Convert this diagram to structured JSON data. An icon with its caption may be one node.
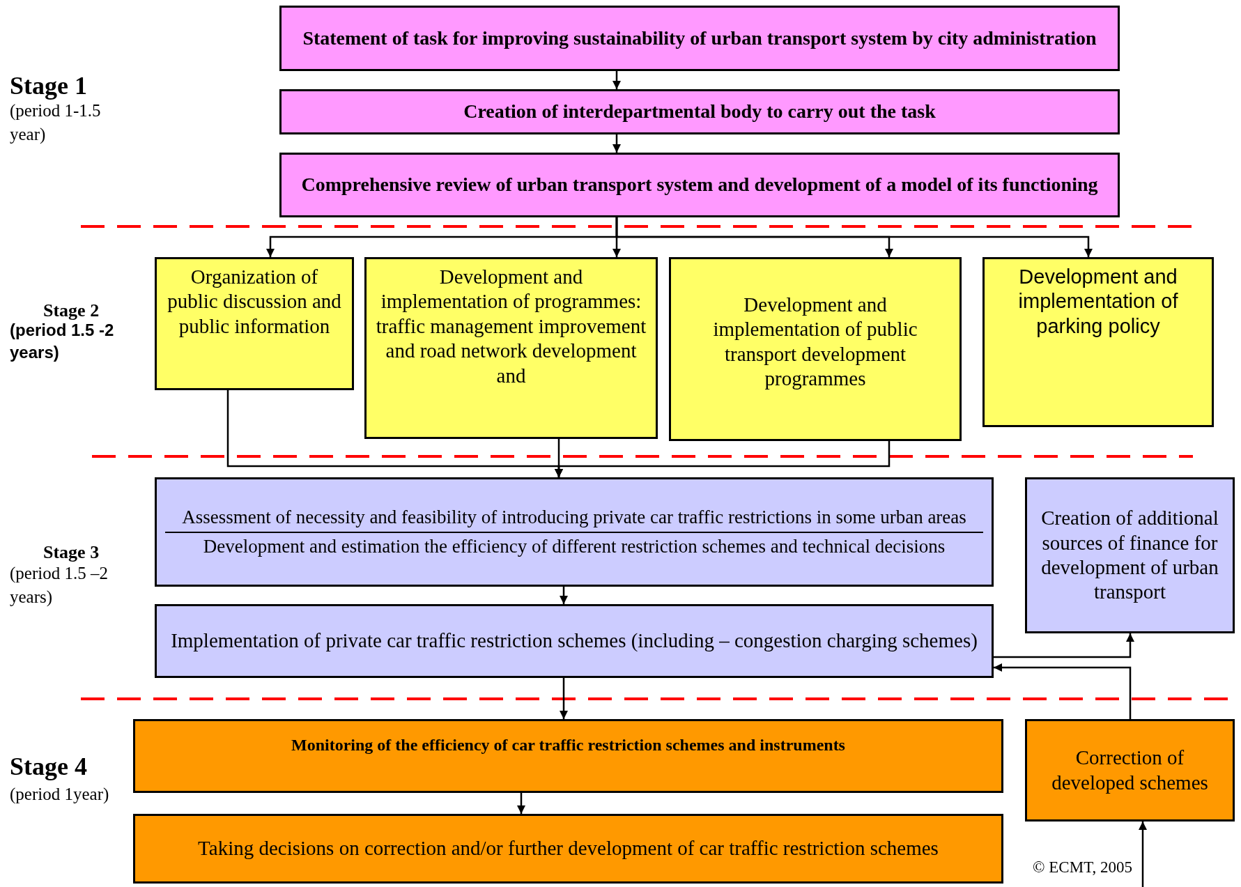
{
  "diagram": {
    "nodes": [
      {
        "text": [
          "Statement of task for improving sustainability of urban transport system by city administration"
        ]
      },
      {
        "text": [
          "Creation of interdepartmental body to carry out the task"
        ]
      },
      {
        "text": [
          "Comprehensive review of urban transport system and development of a model of its functioning"
        ]
      },
      {
        "text": [
          "Organization of public discussion and public information"
        ]
      },
      {
        "text": [
          "Development and implementation of programmes: traffic management improvement and road network development and"
        ]
      },
      {
        "text": [
          "Development and implementation of public transport development programmes"
        ]
      },
      {
        "text": [
          "Development and implementation of parking policy"
        ]
      },
      {
        "text": [
          "Assessment of necessity and feasibility of introducing private car traffic restrictions in some urban areas",
          "Development and estimation the efficiency of different restriction schemes and technical decisions"
        ]
      },
      {
        "text": [
          "Creation of additional sources of finance for development of urban transport"
        ]
      },
      {
        "text": [
          "Implementation of private car traffic restriction schemes (including – congestion charging schemes)"
        ]
      },
      {
        "text": [
          "Monitoring of the efficiency of car traffic restriction schemes and instruments"
        ]
      },
      {
        "text": [
          "Correction of developed schemes"
        ]
      },
      {
        "text": [
          "Taking decisions on correction and/or further development of car traffic restriction schemes"
        ]
      }
    ],
    "edges": [
      {
        "from": 0,
        "to": 1,
        "arrow": "to"
      },
      {
        "from": 1,
        "to": 2,
        "arrow": "to"
      },
      {
        "from": 2,
        "to": 3,
        "arrow": "to"
      },
      {
        "from": 2,
        "to": 4,
        "arrow": "to"
      },
      {
        "from": 2,
        "to": 5,
        "arrow": "to"
      },
      {
        "from": 2,
        "to": 6,
        "arrow": "to"
      },
      {
        "from": 3,
        "to": 7,
        "arrow": "to"
      },
      {
        "from": 4,
        "to": 7,
        "arrow": "to"
      },
      {
        "from": 5,
        "to": 7,
        "arrow": "to"
      },
      {
        "from": 7,
        "to": 9,
        "arrow": "to"
      },
      {
        "from": 9,
        "to": 10,
        "arrow": "to"
      },
      {
        "from": 10,
        "to": 12,
        "arrow": "to"
      },
      {
        "from": 9,
        "to": 8,
        "arrow": "to"
      },
      {
        "from": 11,
        "to": 9,
        "arrow": "to"
      },
      {
        "from": null,
        "to": 11,
        "arrow": "to"
      }
    ],
    "labels": [
      "Stage 1",
      "(period  1-1.5 year)",
      "Stage 2",
      "(period  1.5  -2 years)",
      "Stage 3",
      "(period 1.5 –2 years)",
      "Stage 4",
      "(period 1year)",
      "© ECMT, 2005"
    ]
  }
}
